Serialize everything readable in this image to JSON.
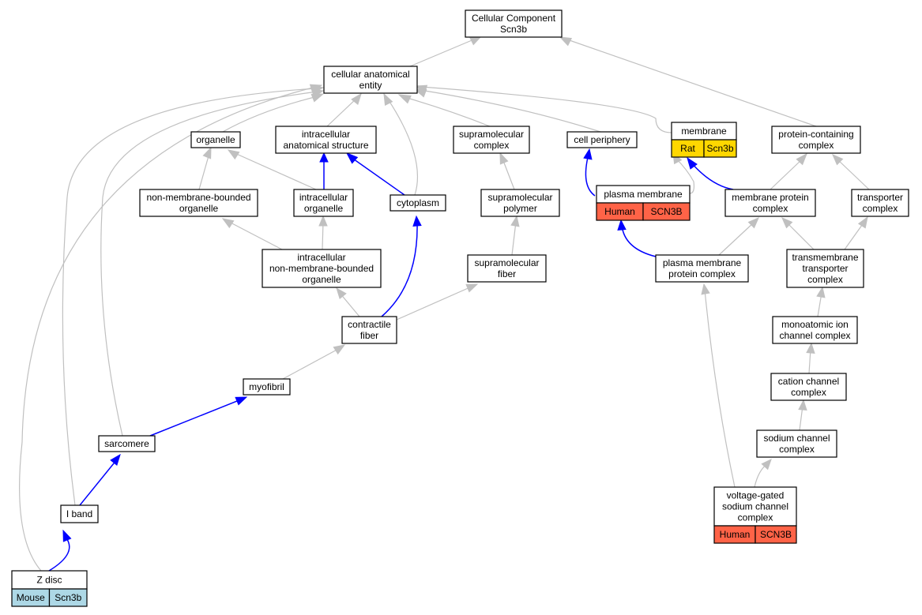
{
  "colors": {
    "edge_isa": "#c0c0c0",
    "edge_partof": "#0000ff",
    "rat_tag": "#ffd700",
    "human_tag": "#ff6347",
    "mouse_tag": "#add8e6"
  },
  "nodes": {
    "root": [
      "Cellular Component",
      "Scn3b"
    ],
    "cae": [
      "cellular anatomical",
      "entity"
    ],
    "organelle": [
      "organelle"
    ],
    "ias": [
      "intracellular",
      "anatomical structure"
    ],
    "smc": [
      "supramolecular",
      "complex"
    ],
    "cellper": [
      "cell periphery"
    ],
    "membrane": [
      "membrane"
    ],
    "pcc": [
      "protein-containing",
      "complex"
    ],
    "nmbo": [
      "non-membrane-bounded",
      "organelle"
    ],
    "io": [
      "intracellular",
      "organelle"
    ],
    "cytoplasm": [
      "cytoplasm"
    ],
    "smp": [
      "supramolecular",
      "polymer"
    ],
    "pm": [
      "plasma membrane"
    ],
    "mpc": [
      "membrane protein",
      "complex"
    ],
    "tc": [
      "transporter",
      "complex"
    ],
    "inmbo": [
      "intracellular",
      "non-membrane-bounded",
      "organelle"
    ],
    "smf": [
      "supramolecular",
      "fiber"
    ],
    "pmpc": [
      "plasma membrane",
      "protein complex"
    ],
    "ttc": [
      "transmembrane",
      "transporter",
      "complex"
    ],
    "cf": [
      "contractile",
      "fiber"
    ],
    "mic": [
      "monoatomic ion",
      "channel complex"
    ],
    "myofibril": [
      "myofibril"
    ],
    "ccc": [
      "cation channel",
      "complex"
    ],
    "sarcomere": [
      "sarcomere"
    ],
    "scc": [
      "sodium channel",
      "complex"
    ],
    "vgsc": [
      "voltage-gated",
      "sodium channel",
      "complex"
    ],
    "iband": [
      "I band"
    ],
    "zdisc": [
      "Z disc"
    ]
  },
  "tags": {
    "membrane": [
      {
        "species": "Rat",
        "gene": "Scn3b",
        "color": "#ffd700"
      }
    ],
    "pm": [
      {
        "species": "Human",
        "gene": "SCN3B",
        "color": "#ff6347"
      }
    ],
    "vgsc": [
      {
        "species": "Human",
        "gene": "SCN3B",
        "color": "#ff6347"
      }
    ],
    "zdisc": [
      {
        "species": "Mouse",
        "gene": "Scn3b",
        "color": "#add8e6"
      }
    ]
  }
}
